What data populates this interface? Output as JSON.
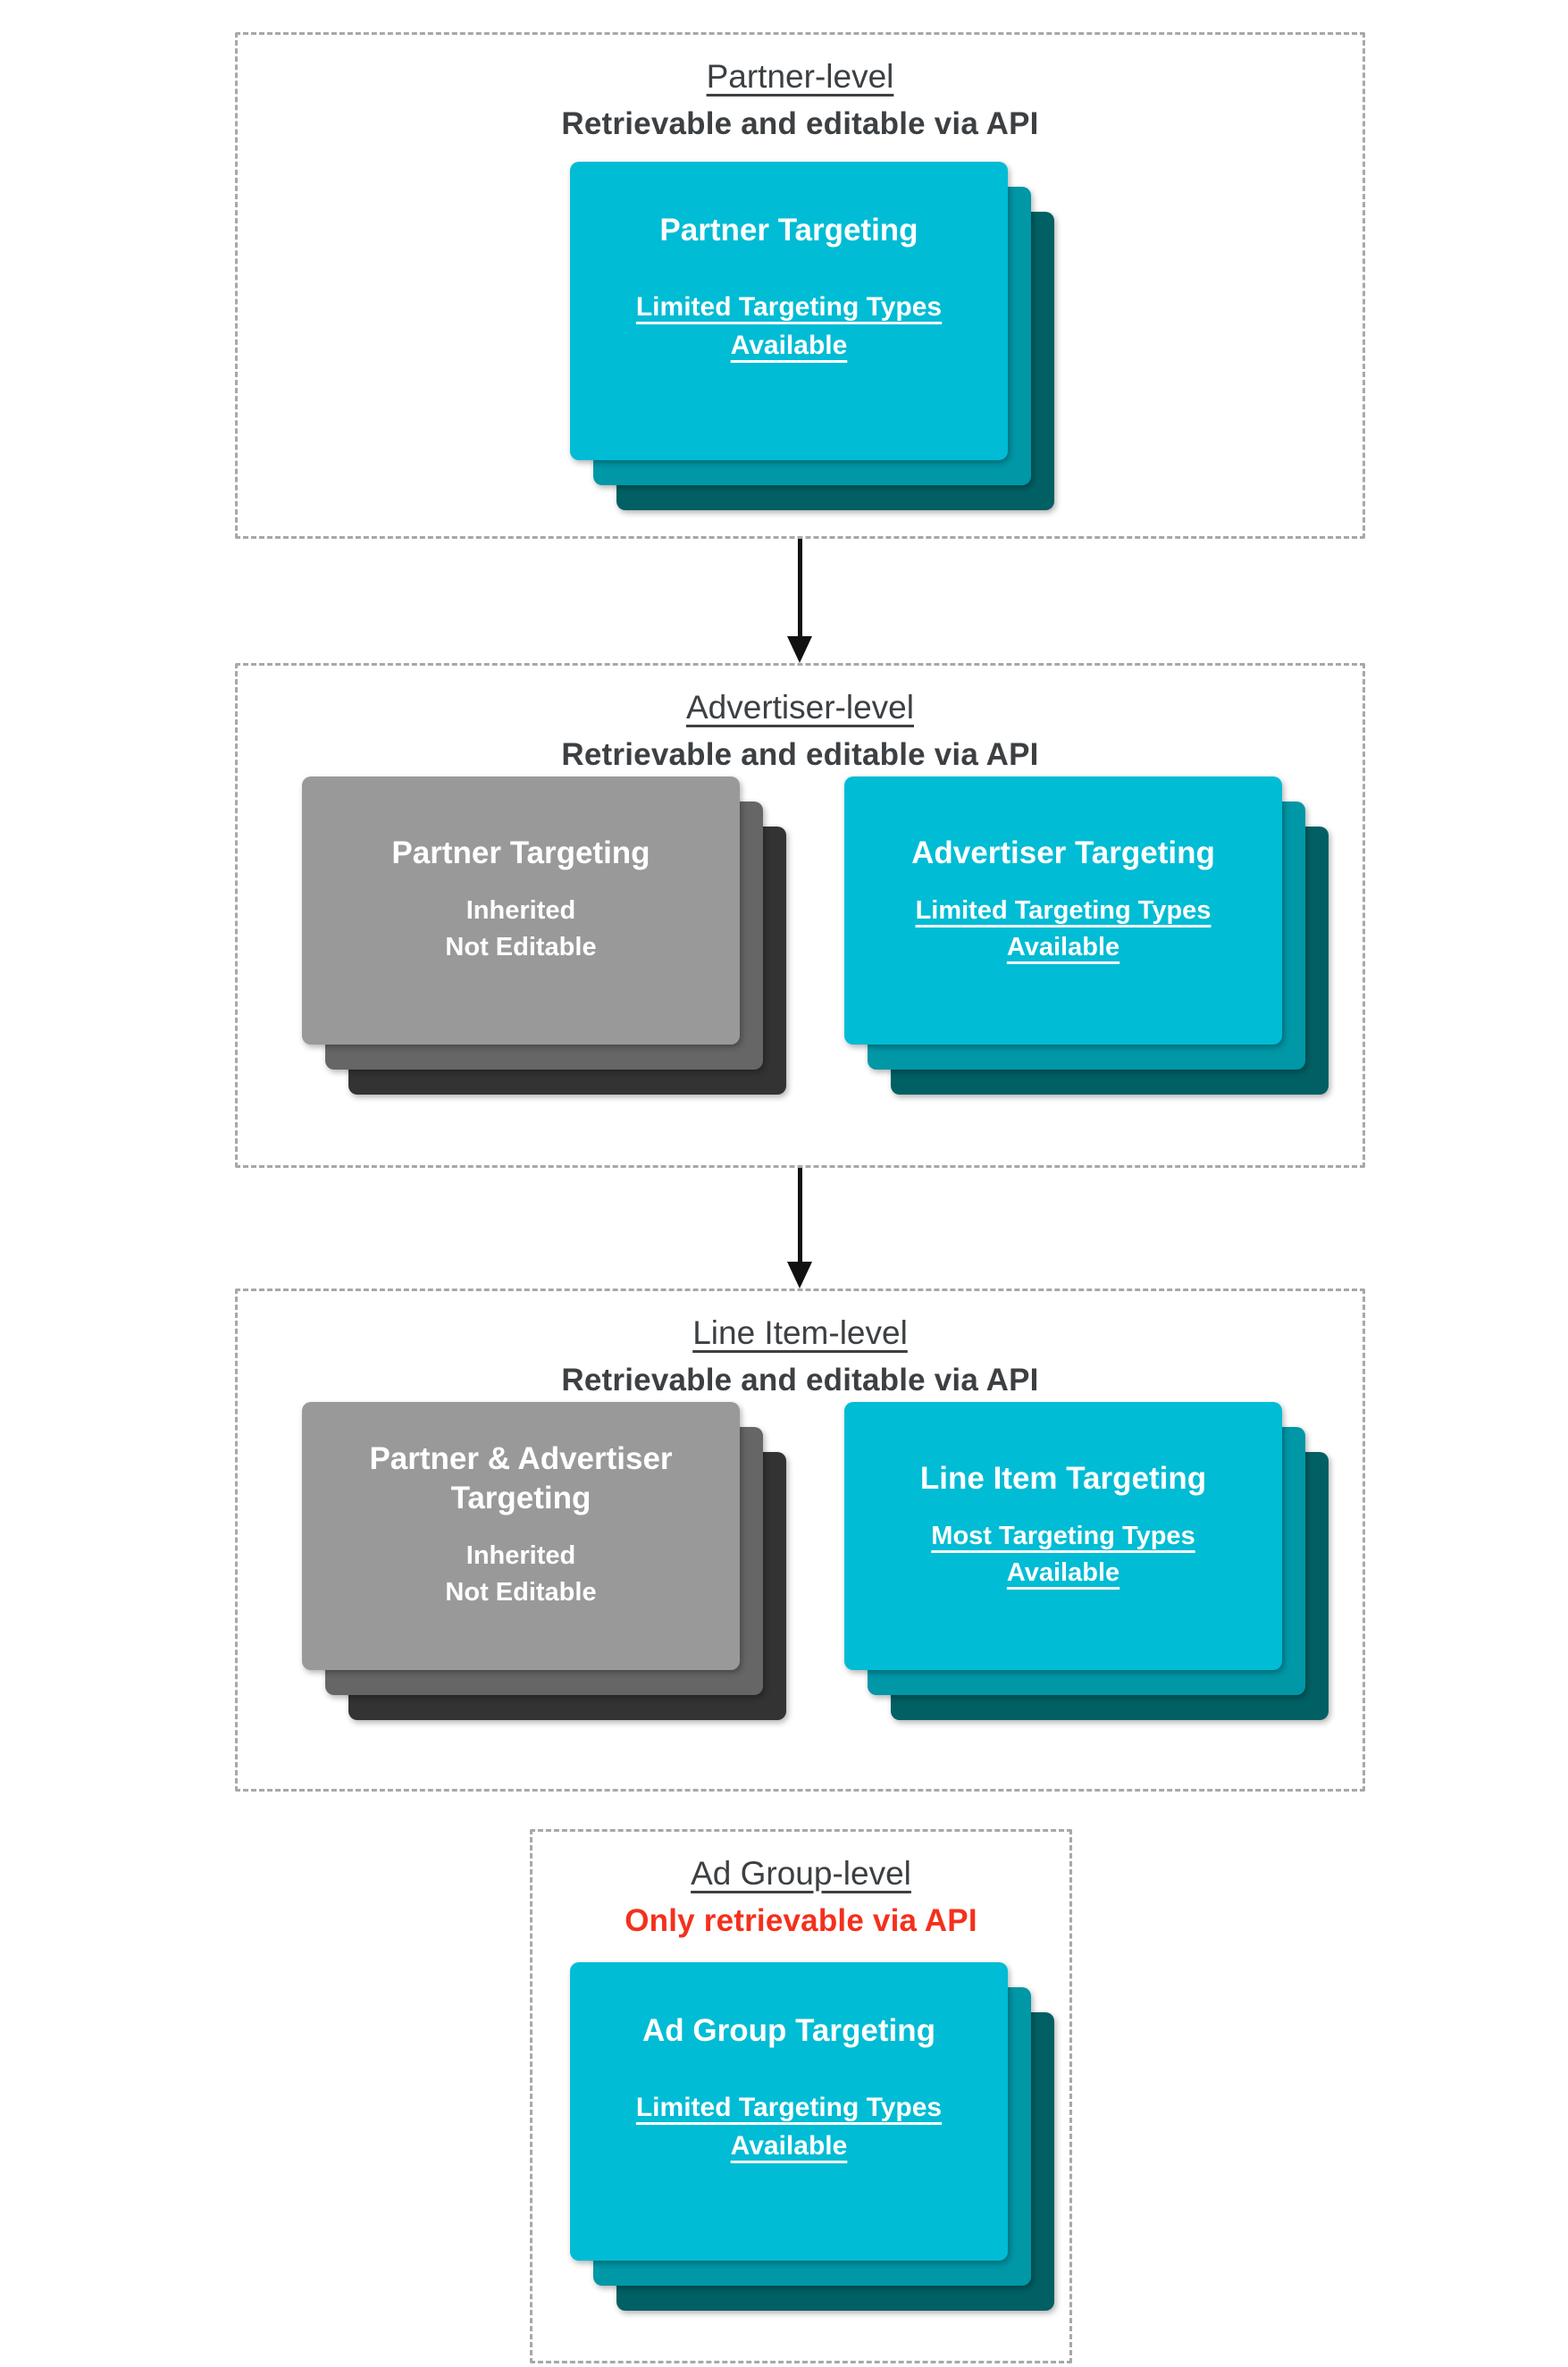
{
  "colors": {
    "teal": "#00BCD4",
    "teal_mid": "#0097A7",
    "teal_dark": "#006064",
    "gray": "#999999",
    "gray_mid": "#666666",
    "gray_dark": "#333333",
    "heading": "#3C4043",
    "red": "#F4301C",
    "border": "#A8A8A8",
    "arrow": "#111111"
  },
  "sections": [
    {
      "title": "Partner-level",
      "subtitle": "Retrievable and editable via API",
      "cards": [
        {
          "variant": "teal",
          "title": "Partner Targeting",
          "lines": [
            "Limited Targeting Types",
            "Available"
          ],
          "underlined": true
        }
      ]
    },
    {
      "title": "Advertiser-level",
      "subtitle": "Retrievable and editable via API",
      "cards": [
        {
          "variant": "gray",
          "title": "Partner Targeting",
          "lines": [
            "Inherited",
            "Not Editable"
          ],
          "underlined": false
        },
        {
          "variant": "teal",
          "title": "Advertiser Targeting",
          "lines": [
            "Limited Targeting Types",
            "Available"
          ],
          "underlined": true
        }
      ]
    },
    {
      "title": "Line Item-level",
      "subtitle": "Retrievable and editable via API",
      "cards": [
        {
          "variant": "gray",
          "title": "Partner & Advertiser Targeting",
          "lines": [
            "Inherited",
            "Not Editable"
          ],
          "underlined": false
        },
        {
          "variant": "teal",
          "title": "Line Item Targeting",
          "lines": [
            "Most Targeting Types",
            "Available"
          ],
          "underlined": true
        }
      ]
    },
    {
      "title": "Ad Group-level",
      "subtitle": "Only retrievable via API",
      "cards": [
        {
          "variant": "teal",
          "title": "Ad Group Targeting",
          "lines": [
            "Limited Targeting Types",
            "Available"
          ],
          "underlined": true
        }
      ]
    }
  ]
}
